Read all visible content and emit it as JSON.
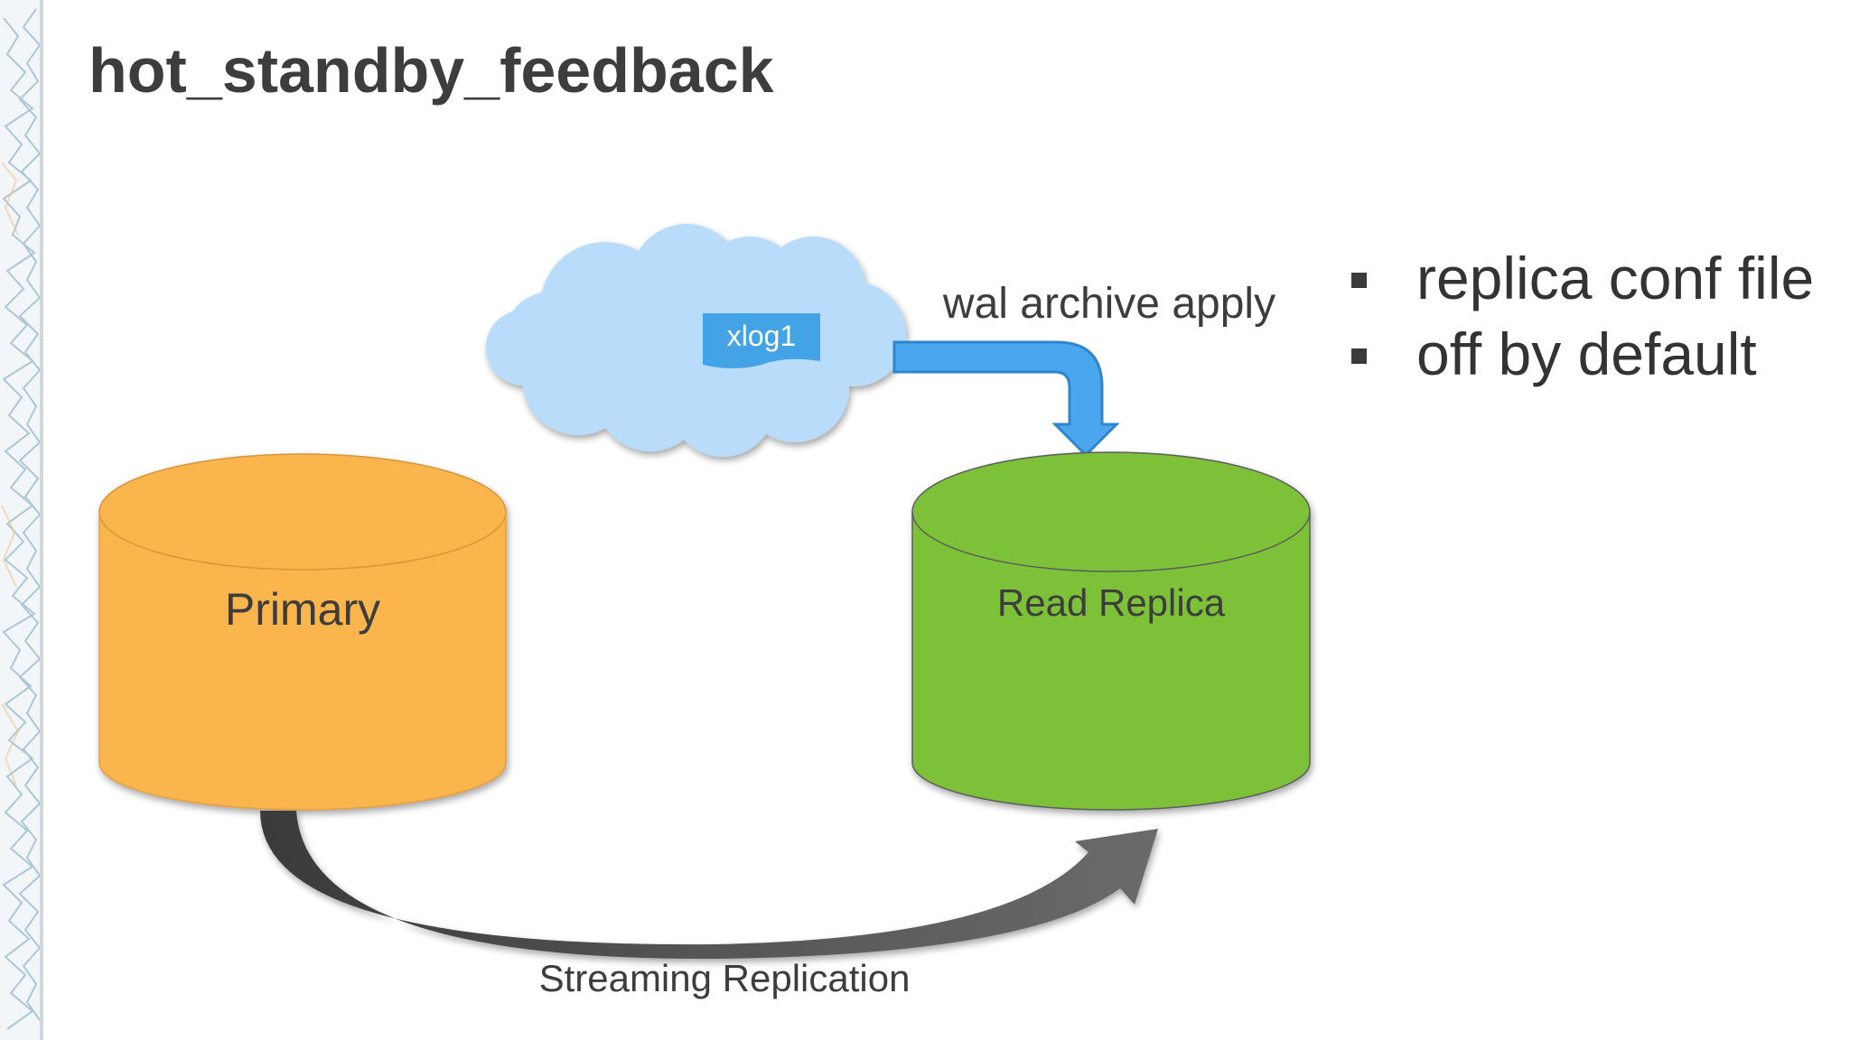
{
  "title": "hot_standby_feedback",
  "diagram": {
    "cloud_label": "xlog1",
    "wal_label": "wal archive apply",
    "primary_label": "Primary",
    "replica_label": "Read Replica",
    "streaming_label": "Streaming Replication"
  },
  "bullets": [
    {
      "text": "replica conf file"
    },
    {
      "text": "off by default"
    }
  ],
  "colors": {
    "primary": "#fbb54d",
    "replica": "#7dc137",
    "cloud": "#b8dcfa",
    "wal_arrow": "#4aa7ee",
    "xlog_tag": "#43a3e4",
    "stream_arrow": "#4a4a4a",
    "text": "#3d3d3d"
  }
}
